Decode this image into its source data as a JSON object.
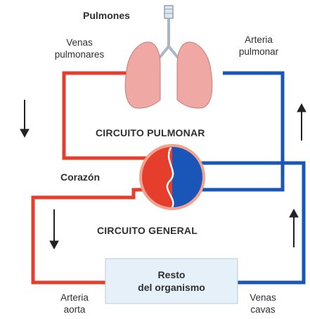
{
  "labels": {
    "lungs": "Pulmones",
    "pulmonary_veins": [
      "Venas",
      "pulmonares"
    ],
    "pulmonary_artery": [
      "Arteria",
      "pulmonar"
    ],
    "pulmonary_circuit": "CIRCUITO PULMONAR",
    "heart": "Corazón",
    "general_circuit": "CIRCUITO GENERAL",
    "body_box": [
      "Resto",
      "del organismo"
    ],
    "aorta": [
      "Arteria",
      "aorta"
    ],
    "vena_cava": [
      "Venas",
      "cavas"
    ]
  },
  "colors": {
    "oxygenated": "#e63e2c",
    "deoxygenated": "#1a56b8",
    "lung": "#f0a8a4",
    "trachea": "#a9b7c3",
    "body_box_fill": "#e6f0f8",
    "arrow": "#222222"
  },
  "icons": [
    "lungs-icon",
    "heart-icon",
    "trachea-icon",
    "arrow-down-icon",
    "arrow-up-icon"
  ]
}
